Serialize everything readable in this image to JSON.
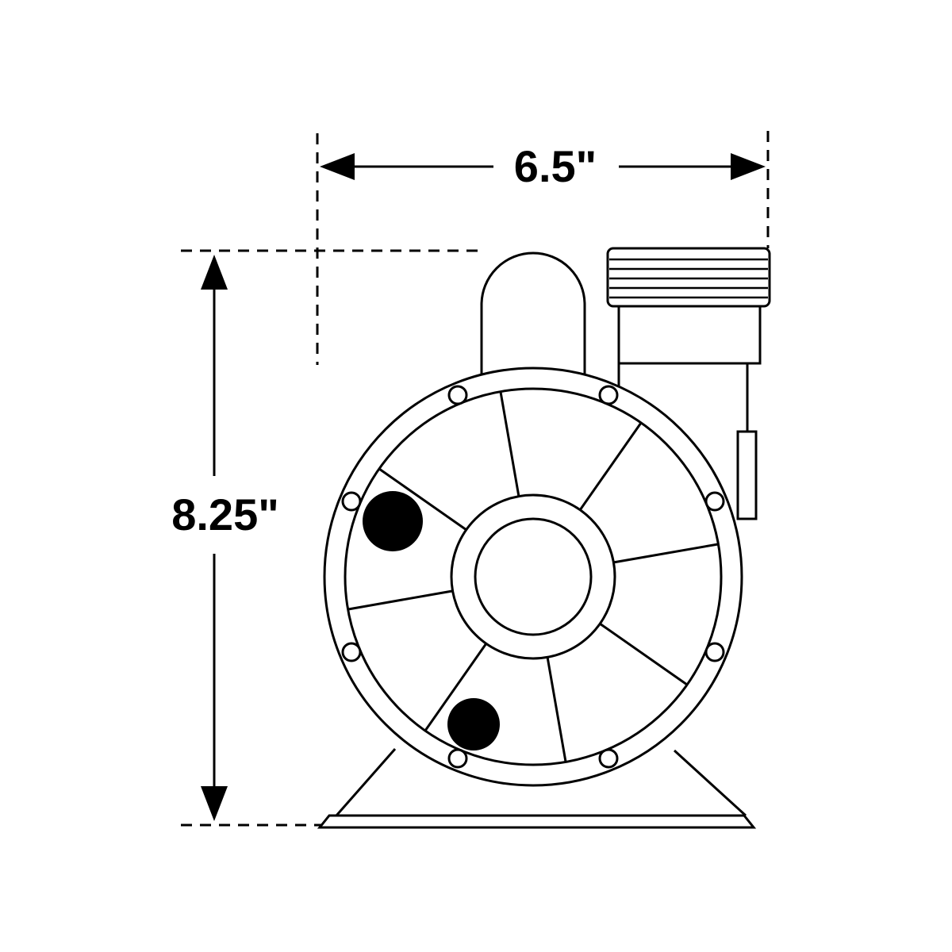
{
  "diagram": {
    "type": "technical-dimension-drawing",
    "subject": "pump front view with dimension callouts",
    "width_label": "6.5\"",
    "height_label": "8.25\""
  },
  "colors": {
    "line": "#000000",
    "background": "#ffffff",
    "solid_port": "#000000"
  }
}
